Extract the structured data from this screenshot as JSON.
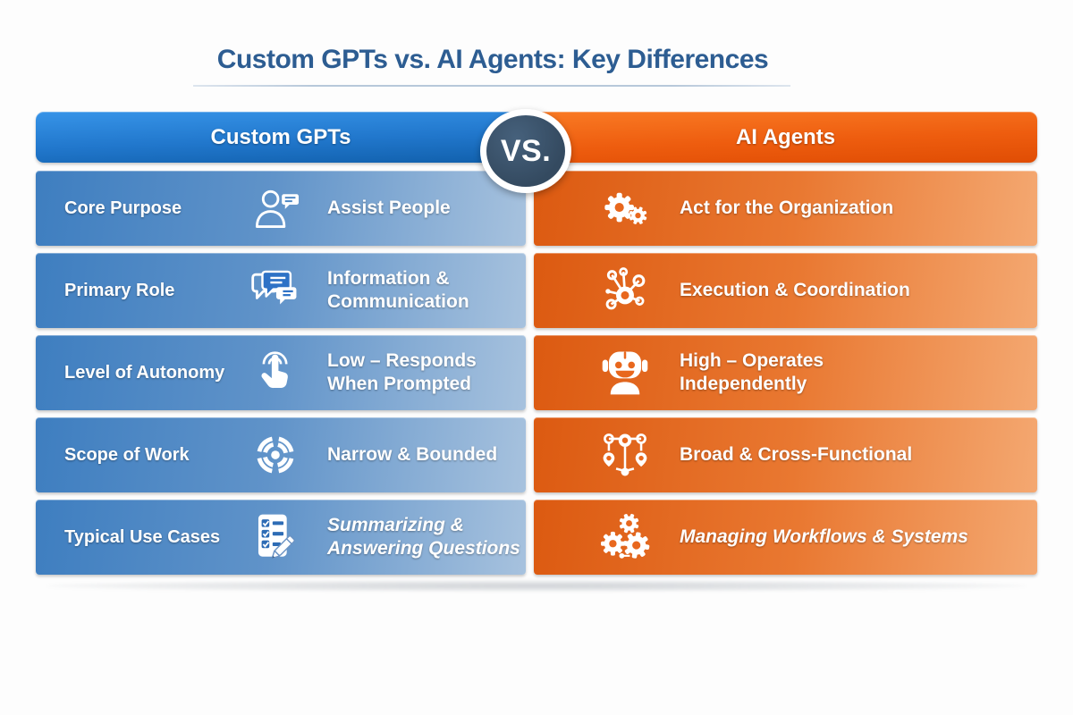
{
  "title": "Custom GPTs vs. AI Agents: Key Differences",
  "vs_badge": "VS.",
  "columns": {
    "left": "Custom GPTs",
    "right": "AI Agents"
  },
  "colors": {
    "title": "#2d5d92",
    "left_header": "#1565b5",
    "right_header": "#e85408",
    "vs_circle": "#3b5168",
    "row_left_gradient_start": "#3e7ec0",
    "row_left_gradient_end": "#a7c2de",
    "row_right_gradient_start": "#dc5a11",
    "row_right_gradient_end": "#f4a871"
  },
  "rows": [
    {
      "label": "Core Purpose",
      "left": {
        "icon": "person-chat-icon",
        "text": "Assist People"
      },
      "right": {
        "icon": "double-gears-icon",
        "text": "Act for the Organization"
      }
    },
    {
      "label": "Primary Role",
      "left": {
        "icon": "chat-bubbles-icon",
        "text": "Information &\nCommunication"
      },
      "right": {
        "icon": "hub-network-icon",
        "text": "Execution & Coordination"
      }
    },
    {
      "label": "Level of Autonomy",
      "left": {
        "icon": "tap-click-icon",
        "text": "Low – Responds\nWhen Prompted"
      },
      "right": {
        "icon": "robot-icon",
        "text": "High – Operates\nIndependently"
      }
    },
    {
      "label": "Scope of Work",
      "left": {
        "icon": "target-icon",
        "text": "Narrow & Bounded"
      },
      "right": {
        "icon": "org-network-icon",
        "text": "Broad & Cross-Functional"
      }
    },
    {
      "label": "Typical Use Cases",
      "left": {
        "icon": "checklist-pencil-icon",
        "text": "Summarizing &\nAnswering Questions"
      },
      "right": {
        "icon": "triple-gears-icon",
        "text": "Managing Workflows & Systems"
      }
    }
  ]
}
